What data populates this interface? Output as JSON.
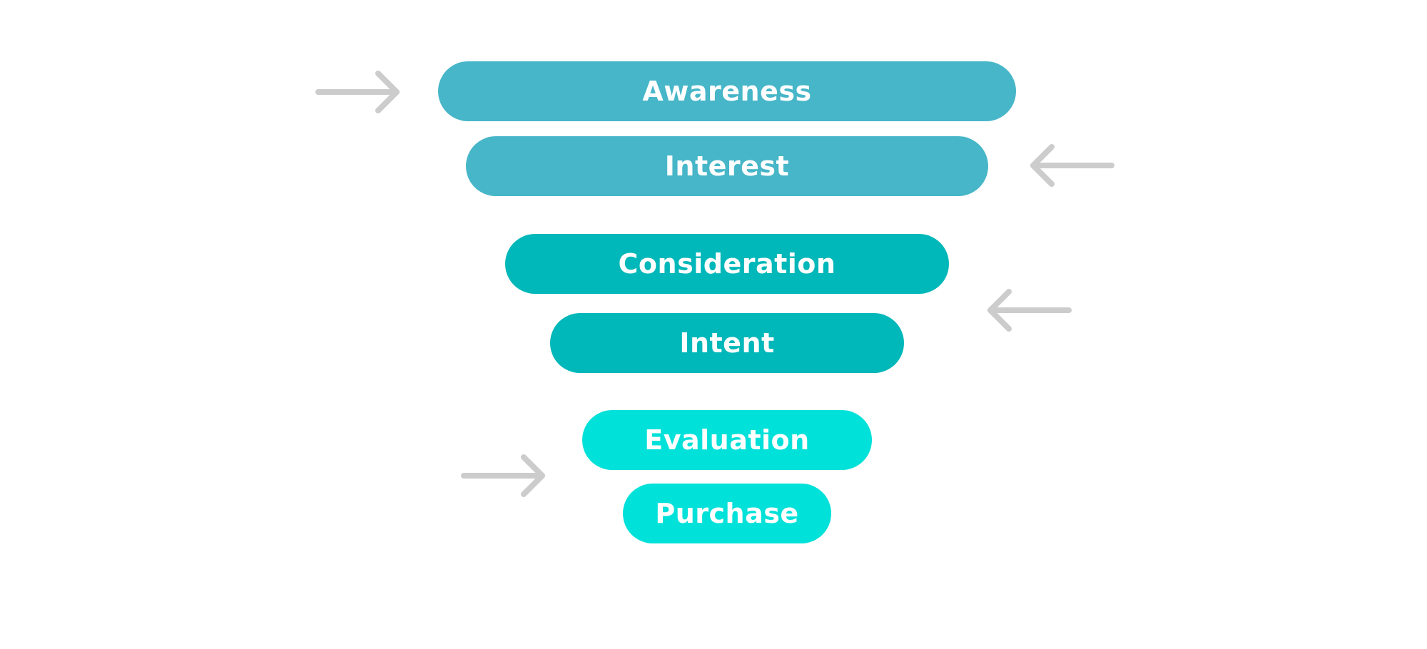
{
  "colors": {
    "tier_top": "#46b6c8",
    "tier_middle": "#00b7b9",
    "tier_bottom": "#00e1d9",
    "arrow": "#cccccc",
    "text": "#ffffff"
  },
  "funnel": {
    "stages": [
      {
        "label": "Awareness",
        "tier": "tier_top"
      },
      {
        "label": "Interest",
        "tier": "tier_top"
      },
      {
        "label": "Consideration",
        "tier": "tier_middle"
      },
      {
        "label": "Intent",
        "tier": "tier_middle"
      },
      {
        "label": "Evaluation",
        "tier": "tier_bottom"
      },
      {
        "label": "Purchase",
        "tier": "tier_bottom"
      }
    ]
  },
  "arrows": [
    {
      "icon": "arrow-right-icon",
      "direction": "right"
    },
    {
      "icon": "arrow-left-icon",
      "direction": "left"
    },
    {
      "icon": "arrow-left-icon",
      "direction": "left"
    },
    {
      "icon": "arrow-right-icon",
      "direction": "right"
    }
  ]
}
